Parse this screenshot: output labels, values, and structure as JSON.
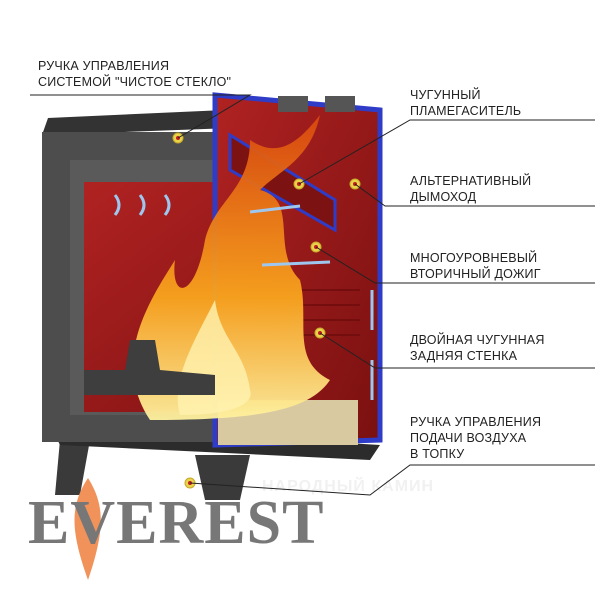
{
  "labels": [
    {
      "line1": "РУЧКА УПРАВЛЕНИЯ",
      "line2": "СИСТЕМОЙ \"ЧИСТОЕ СТЕКЛО\""
    },
    {
      "line1": "ЧУГУННЫЙ",
      "line2": "ПЛАМЕГАСИТЕЛЬ"
    },
    {
      "line1": "АЛЬТЕРНАТИВНЫЙ",
      "line2": "ДЫМОХОД"
    },
    {
      "line1": "МНОГОУРОВНЕВЫЙ",
      "line2": "ВТОРИЧНЫЙ ДОЖИГ"
    },
    {
      "line1": "ДВОЙНАЯ ЧУГУННАЯ",
      "line2": "ЗАДНЯЯ СТЕНКА"
    },
    {
      "line1": "РУЧКА УПРАВЛЕНИЯ",
      "line2": "ПОДАЧИ ВОЗДУХА",
      "line3": "В ТОПКУ"
    }
  ],
  "logo": "EVEREST",
  "watermark": "НАРОДНЫЙ КАМИН",
  "colors": {
    "body": "#4a4a4a",
    "chamber": "#9b1a1a",
    "frame": "#2f3cc8",
    "flame": "#f59a1c",
    "marker": "#e8d44a"
  }
}
